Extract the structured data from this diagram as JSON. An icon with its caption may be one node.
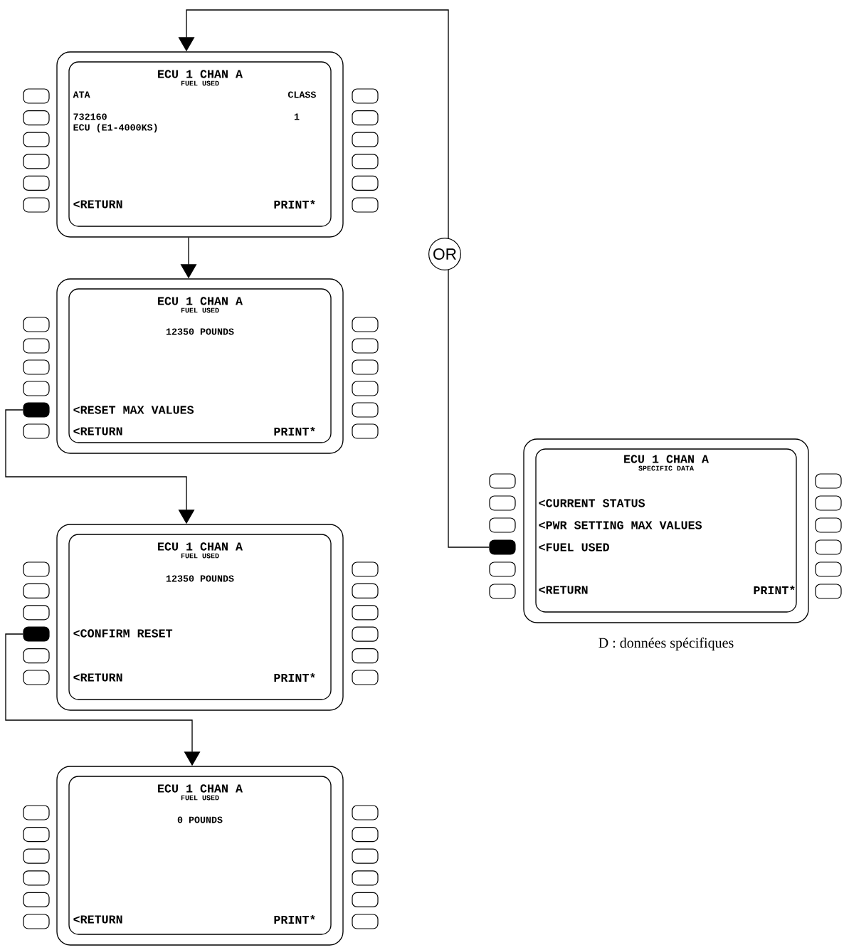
{
  "diagram": {
    "nodes": [
      {
        "text": [
          "ECU 1 CHAN A",
          "FUEL USED",
          "ATA",
          "CLASS",
          "732160",
          "1",
          "ECU (E1-4000KS)",
          "<RETURN",
          "PRINT*"
        ]
      },
      {
        "text": [
          "ECU 1 CHAN A",
          "FUEL USED",
          "12350 POUNDS",
          "<RESET MAX VALUES",
          "<RETURN",
          "PRINT*"
        ]
      },
      {
        "text": [],
        "shape": "box"
      },
      {
        "text": [
          "ECU 1 CHAN A",
          "FUEL USED",
          "12350 POUNDS",
          "<CONFIRM RESET",
          "<RETURN",
          "PRINT*"
        ]
      },
      {
        "text": [],
        "shape": "box"
      },
      {
        "text": [
          "ECU 1 CHAN A",
          "FUEL USED",
          "0 POUNDS",
          "<RETURN",
          "PRINT*"
        ]
      },
      {
        "text": [
          "ECU 1 CHAN A",
          "SPECIFIC DATA",
          "<CURRENT STATUS",
          "<PWR SETTING MAX VALUES",
          "<FUEL USED",
          "<RETURN",
          "PRINT*"
        ],
        "beside": [
          "D : données spécifiques"
        ]
      },
      {
        "text": [],
        "shape": "box"
      }
    ],
    "edges": [
      {
        "from": 7,
        "to": 0,
        "arrow": "to",
        "label": "OR"
      },
      {
        "from": 0,
        "to": 1,
        "arrow": "to"
      },
      {
        "from": 2,
        "to": 3,
        "arrow": "to"
      },
      {
        "from": 4,
        "to": 5,
        "arrow": "to"
      }
    ]
  }
}
